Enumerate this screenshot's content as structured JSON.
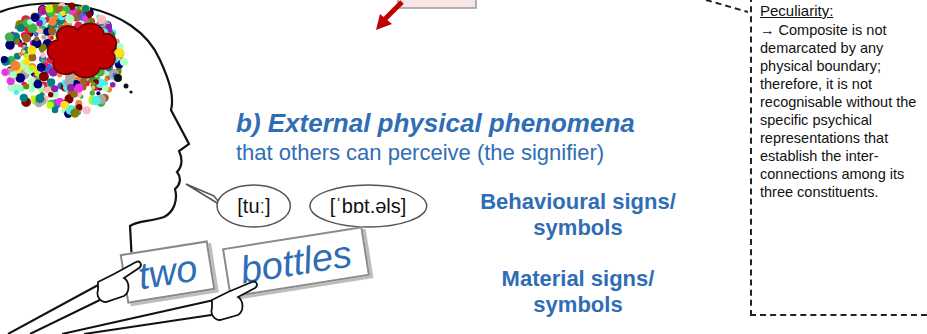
{
  "diagram": {
    "nodes": [
      {
        "text": [
          "[tuː]"
        ]
      },
      {
        "text": [
          "[ˈbɒt.əls]"
        ]
      },
      {
        "text": [
          "two"
        ]
      },
      {
        "text": [
          "bottles"
        ]
      },
      {
        "text": [
          "Peculiarity:",
          "→ Composite is not demarcated by any physical boundary; therefore, it is not recognisable without the specific psychical representations that establish the inter-connections among its three constituents."
        ]
      }
    ],
    "labels": [
      "b) External physical phenomena",
      "that others can perceive (the signifier)",
      "Behavioural signs/ symbols",
      "Material signs/ symbols"
    ]
  }
}
